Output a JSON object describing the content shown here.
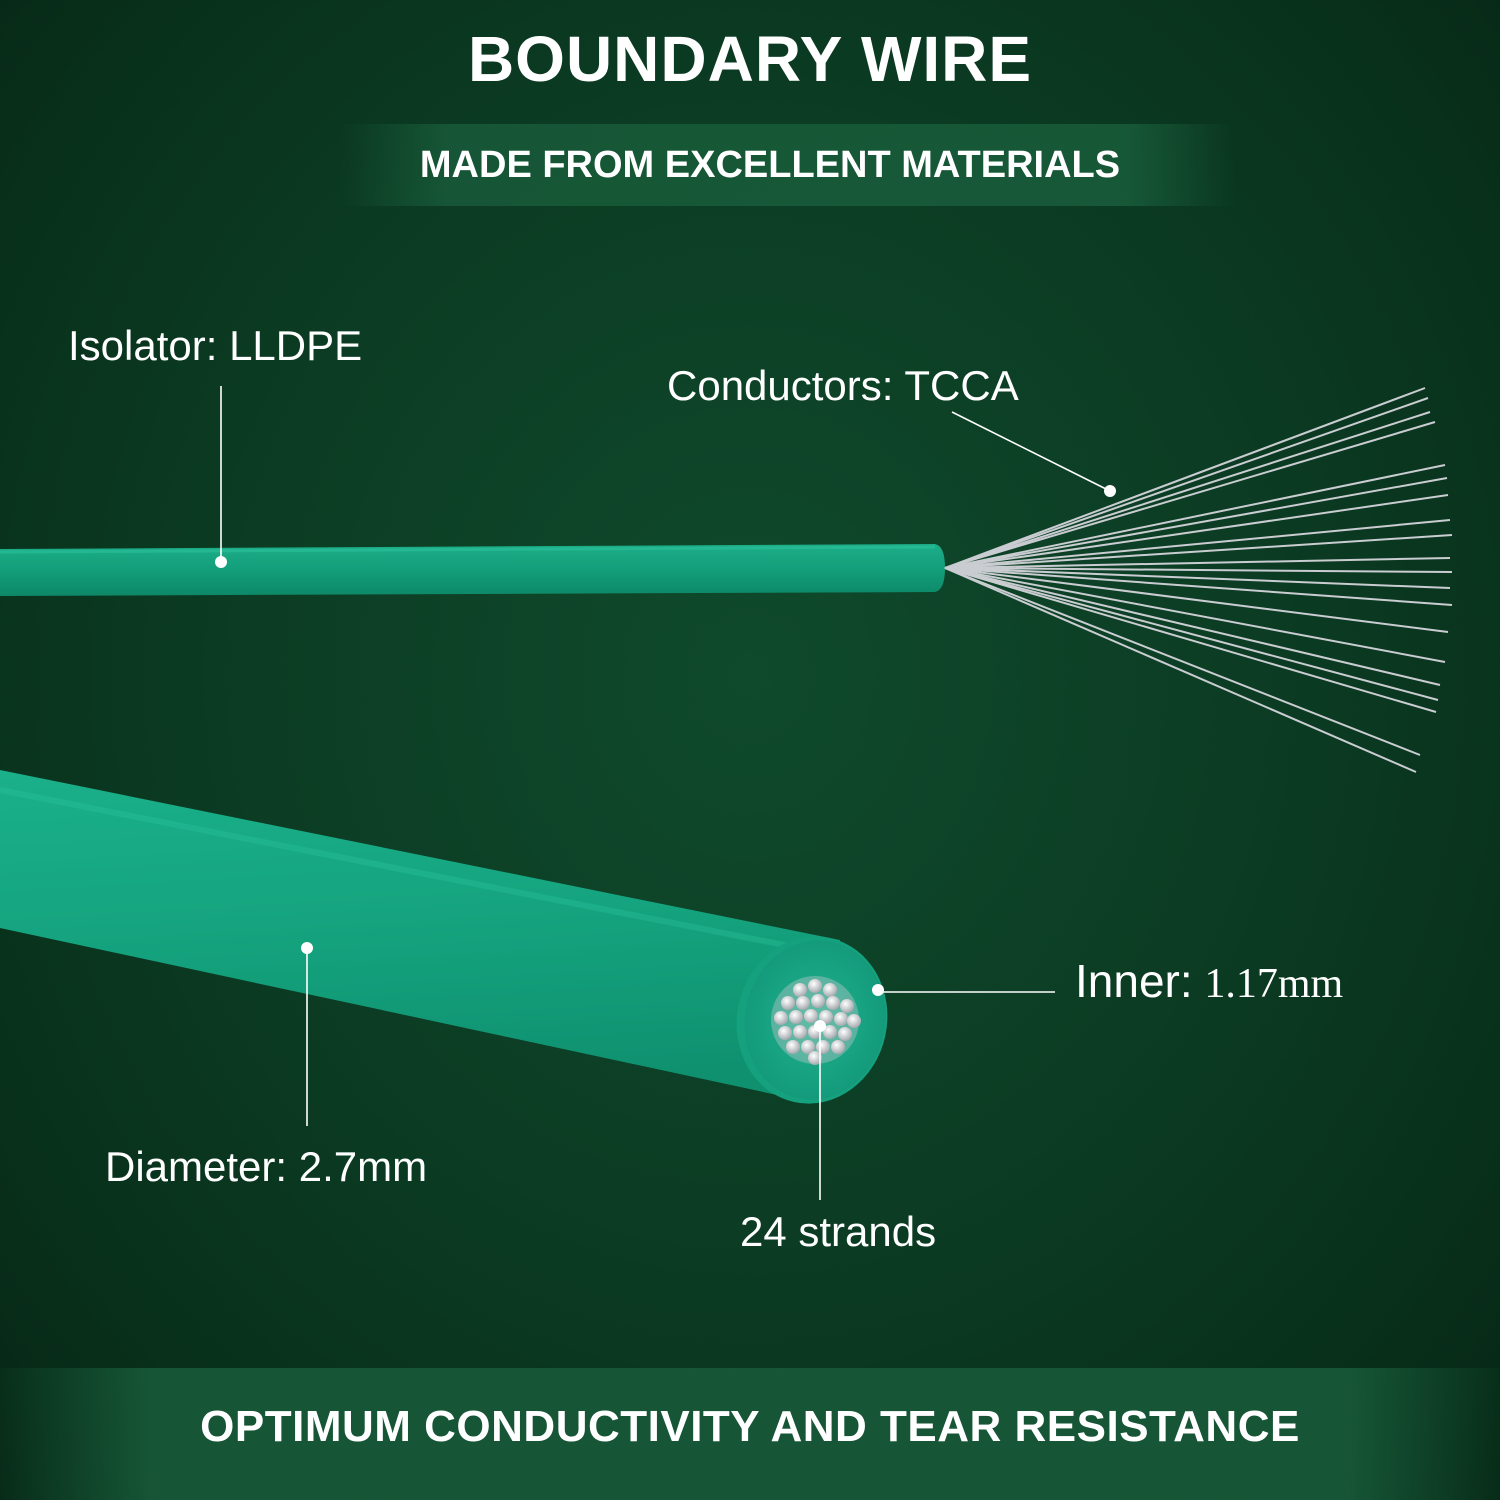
{
  "header": {
    "title": "BOUNDARY WIRE",
    "subtitle": "MADE FROM EXCELLENT MATERIALS"
  },
  "callouts": {
    "isolator_label": "Isolator:",
    "isolator_value": "LLDPE",
    "conductors_label": "Conductors:",
    "conductors_value": "TCCA",
    "inner_label": "Inner:",
    "inner_value": "1.17mm",
    "diameter_label": "Diameter:",
    "diameter_value": "2.7mm",
    "strands_text": "24 strands"
  },
  "footer": {
    "tagline": "OPTIMUM CONDUCTIVITY AND TEAR RESISTANCE"
  },
  "colors": {
    "background": "#0c3d24",
    "wire_insulation": "#13a07e",
    "wire_insulation_light": "#1fb48f",
    "conductor_strand": "#c9ccd0",
    "callout_line": "#ffffff"
  }
}
